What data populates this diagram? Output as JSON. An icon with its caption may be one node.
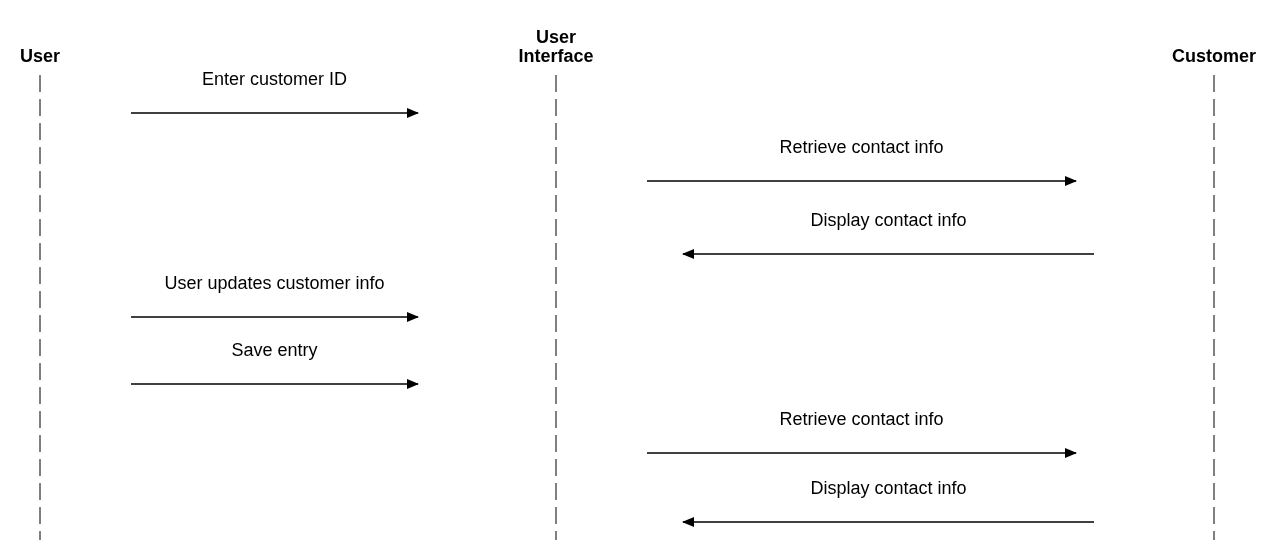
{
  "diagram": {
    "nodes": [
      {
        "text": [
          "User"
        ]
      },
      {
        "text": [
          "User Interface"
        ]
      },
      {
        "text": [
          "Customer"
        ]
      }
    ],
    "edges": [
      {
        "from": 0,
        "to": 1,
        "arrow": "to",
        "label": "Enter customer ID"
      },
      {
        "from": 1,
        "to": 2,
        "arrow": "to",
        "label": "Retrieve contact info"
      },
      {
        "from": 2,
        "to": 1,
        "arrow": "to",
        "label": "Display contact info"
      },
      {
        "from": 0,
        "to": 1,
        "arrow": "to",
        "label": "User updates customer info"
      },
      {
        "from": 0,
        "to": 1,
        "arrow": "to",
        "label": "Save entry"
      },
      {
        "from": 1,
        "to": 2,
        "arrow": "to",
        "label": "Retrieve contact info"
      },
      {
        "from": 2,
        "to": 1,
        "arrow": "to",
        "label": "Display contact info"
      }
    ]
  }
}
